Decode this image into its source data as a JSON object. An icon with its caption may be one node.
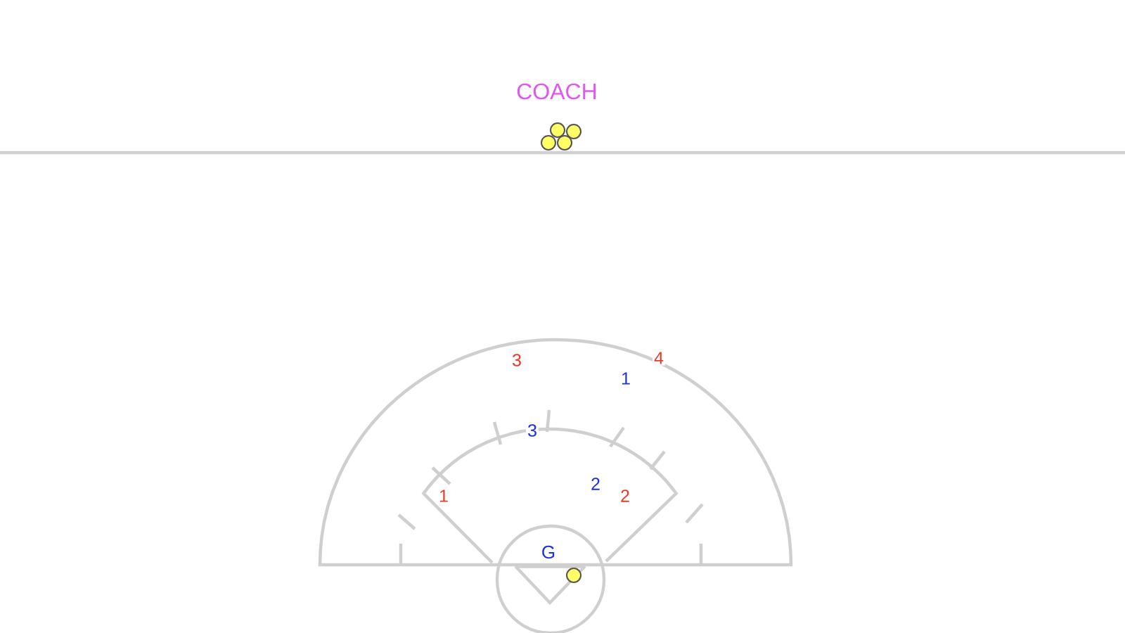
{
  "diagram": {
    "labels": [
      "COACH",
      "3",
      "4",
      "1",
      "3",
      "2",
      "1",
      "2",
      "G"
    ]
  }
}
